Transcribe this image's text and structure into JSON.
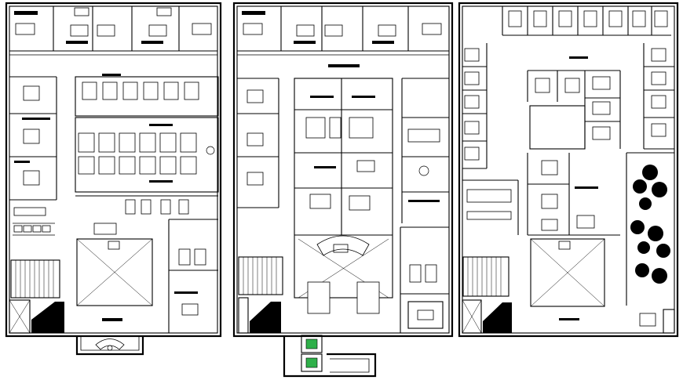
{
  "drawing": {
    "background": "#ffffff",
    "line_color": "#000000",
    "accent_color": "#2fb04a",
    "sheets": [
      {
        "id": "floor-plan-left",
        "label": ""
      },
      {
        "id": "floor-plan-middle",
        "label": ""
      },
      {
        "id": "floor-plan-right",
        "label": ""
      }
    ]
  }
}
